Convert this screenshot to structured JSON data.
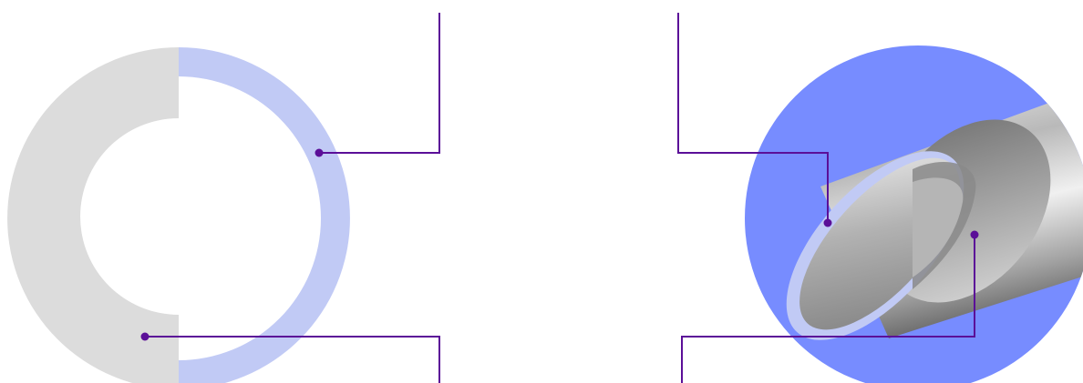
{
  "colors": {
    "background": "#ffffff",
    "grey_half": "#dcdcdc",
    "light_blue_ring": "#c1caf5",
    "blue_disc": "#778cff",
    "tube_light": "#f2f2f2",
    "tube_mid": "#bdbdbd",
    "tube_dark": "#7a7a7a",
    "leader_line": "#5b0f98"
  },
  "diagram": {
    "left_figure": "ring-cross-section",
    "right_figure": "tube-cutaway",
    "callout_count": 4
  }
}
